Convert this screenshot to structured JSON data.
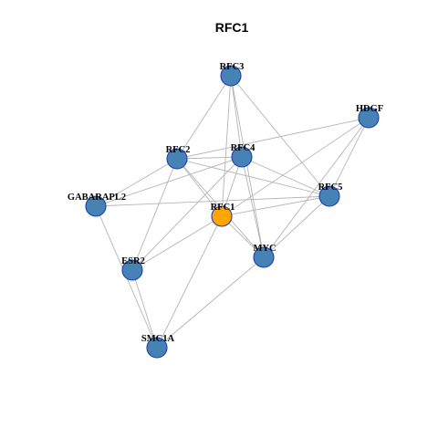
{
  "title": "RFC1",
  "colors": {
    "node_fill": "#4682b4",
    "node_stroke": "#1f3fb3",
    "center_fill": "#ffa500",
    "edge": "#b4b4b4"
  },
  "nodes": [
    {
      "id": "RFC3",
      "label": "RFC3",
      "center": false
    },
    {
      "id": "HDGF",
      "label": "HDGF",
      "center": false
    },
    {
      "id": "RFC2",
      "label": "RFC2",
      "center": false
    },
    {
      "id": "RFC4",
      "label": "RFC4",
      "center": false
    },
    {
      "id": "GABARAPL2",
      "label": "GABARAPL2",
      "center": false
    },
    {
      "id": "RFC5",
      "label": "RFC5",
      "center": false
    },
    {
      "id": "RFC1",
      "label": "RFC1",
      "center": true
    },
    {
      "id": "MYC",
      "label": "MYC",
      "center": false
    },
    {
      "id": "ESR2",
      "label": "ESR2",
      "center": false
    },
    {
      "id": "SMC1A",
      "label": "SMC1A",
      "center": false
    }
  ],
  "edges": [
    [
      "RFC3",
      "RFC2"
    ],
    [
      "RFC3",
      "RFC4"
    ],
    [
      "RFC3",
      "RFC1"
    ],
    [
      "RFC3",
      "MYC"
    ],
    [
      "RFC3",
      "RFC5"
    ],
    [
      "HDGF",
      "RFC2"
    ],
    [
      "HDGF",
      "RFC1"
    ],
    [
      "HDGF",
      "RFC5"
    ],
    [
      "HDGF",
      "MYC"
    ],
    [
      "RFC2",
      "RFC4"
    ],
    [
      "RFC2",
      "GABARAPL2"
    ],
    [
      "RFC2",
      "RFC1"
    ],
    [
      "RFC2",
      "MYC"
    ],
    [
      "RFC2",
      "RFC5"
    ],
    [
      "RFC2",
      "ESR2"
    ],
    [
      "RFC4",
      "GABARAPL2"
    ],
    [
      "RFC4",
      "RFC1"
    ],
    [
      "RFC4",
      "MYC"
    ],
    [
      "RFC4",
      "RFC5"
    ],
    [
      "RFC4",
      "ESR2"
    ],
    [
      "GABARAPL2",
      "RFC5"
    ],
    [
      "GABARAPL2",
      "SMC1A"
    ],
    [
      "RFC1",
      "RFC5"
    ],
    [
      "RFC1",
      "MYC"
    ],
    [
      "RFC1",
      "ESR2"
    ],
    [
      "RFC1",
      "SMC1A"
    ],
    [
      "RFC5",
      "MYC"
    ],
    [
      "MYC",
      "SMC1A"
    ],
    [
      "ESR2",
      "SMC1A"
    ]
  ]
}
